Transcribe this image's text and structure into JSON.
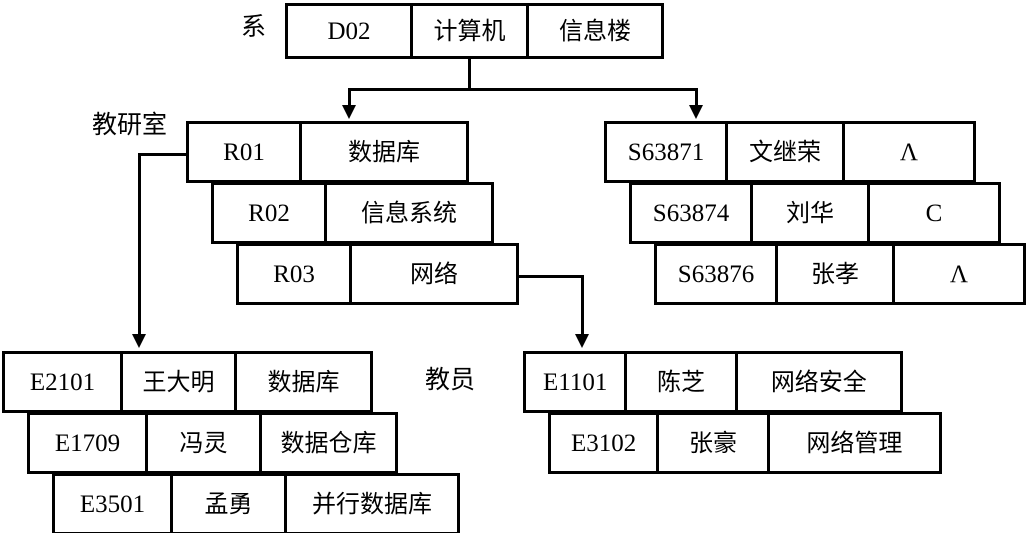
{
  "diagram": {
    "title_labels": {
      "department": "系",
      "office": "教研室",
      "teacher_left": "教员",
      "student_group": ""
    },
    "department_table": {
      "name": "department-record",
      "rows": [
        {
          "id": "D02",
          "name": "计算机",
          "location": "信息楼"
        }
      ]
    },
    "office_table": {
      "name": "office-records",
      "rows": [
        {
          "id": "R01",
          "name": "数据库"
        },
        {
          "id": "R02",
          "name": "信息系统"
        },
        {
          "id": "R03",
          "name": "网络"
        }
      ]
    },
    "student_table": {
      "name": "student-records",
      "rows": [
        {
          "id": "S63871",
          "name": "文继荣",
          "grade": "Λ"
        },
        {
          "id": "S63874",
          "name": "刘华",
          "grade": "C"
        },
        {
          "id": "S63876",
          "name": "张孝",
          "grade": "Λ"
        }
      ]
    },
    "teacher_db_table": {
      "name": "teacher-records-database",
      "rows": [
        {
          "id": "E2101",
          "name": "王大明",
          "field": "数据库"
        },
        {
          "id": "E1709",
          "name": "冯灵",
          "field": "数据仓库"
        },
        {
          "id": "E3501",
          "name": "孟勇",
          "field": "并行数据库"
        }
      ]
    },
    "teacher_net_table": {
      "name": "teacher-records-network",
      "rows": [
        {
          "id": "E1101",
          "name": "陈芝",
          "field": "网络安全"
        },
        {
          "id": "E3102",
          "name": "张豪",
          "field": "网络管理"
        }
      ]
    },
    "colors": {
      "line": "#000000",
      "background": "#ffffff",
      "text": "#000000"
    }
  }
}
